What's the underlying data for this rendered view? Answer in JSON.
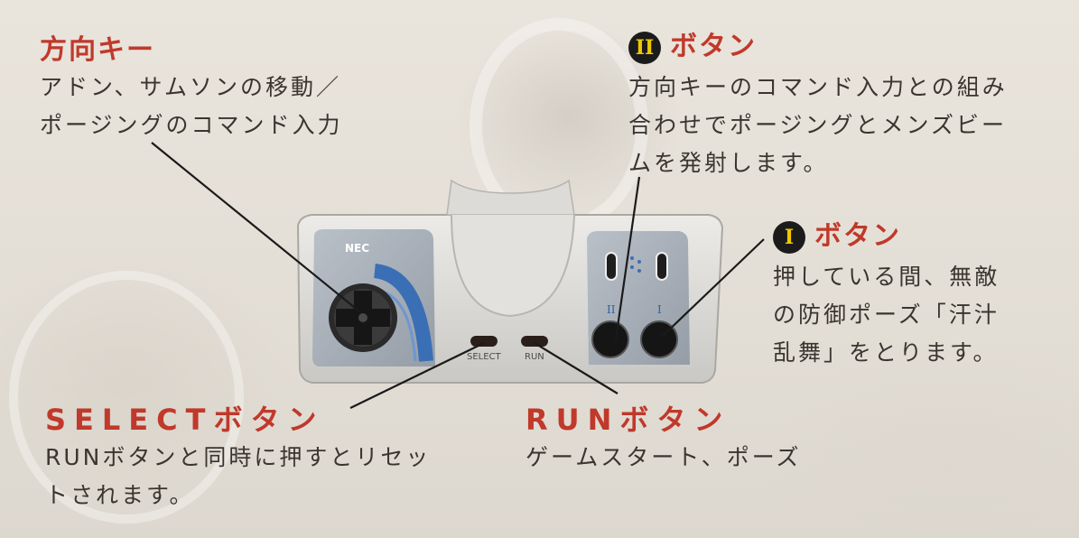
{
  "dpad": {
    "heading": "方向キー",
    "lines": [
      "アドン、サムソンの移動／",
      "ポージングのコマンド入力"
    ]
  },
  "button2": {
    "badge": "II",
    "heading": "ボタン",
    "lines": [
      "方向キーのコマンド入力との組み",
      "合わせでポージングとメンズビー",
      "ムを発射します。"
    ]
  },
  "button1": {
    "badge": "I",
    "heading": "ボタン",
    "lines": [
      "押している間、無敵",
      "の防御ポーズ「汗汁",
      "乱舞」をとります。"
    ]
  },
  "select": {
    "heading": "SELECTボタン",
    "lines": [
      "RUNボタンと同時に押すとリセッ",
      "トされます。"
    ]
  },
  "run": {
    "heading": "RUNボタン",
    "lines": [
      "ゲームスタート、ポーズ"
    ]
  },
  "controller": {
    "brand": "NEC",
    "select_label": "SELECT",
    "run_label": "RUN",
    "button2_mark": "II",
    "button1_mark": "I",
    "colors": {
      "body": "#d8d8d6",
      "panel": "#a7aeb6",
      "accent": "#3a6fb5",
      "button": "#1a1a1a"
    }
  }
}
